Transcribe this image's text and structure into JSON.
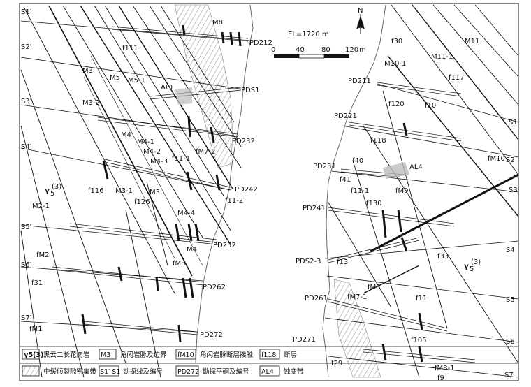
{
  "map": {
    "elevation_label": "EL=1720 m",
    "north_label": "N",
    "scale": {
      "ticks": [
        "0",
        "40",
        "80",
        "120"
      ],
      "unit": "m"
    },
    "section_lines": {
      "left": [
        "S1′",
        "S2′",
        "S3′",
        "S4′",
        "S5′",
        "S6′",
        "S7′"
      ],
      "right": [
        "S1",
        "S2",
        "S3",
        "S4",
        "S5",
        "S6",
        "S7"
      ]
    },
    "adits": [
      "PD212",
      "PDS1",
      "PD232",
      "PD242",
      "PD252",
      "PD262",
      "PD272",
      "PD211",
      "PD221",
      "PD231",
      "PD241",
      "PDS2-3",
      "PD261",
      "PD271"
    ],
    "faults": [
      "f111",
      "f116",
      "f126",
      "f11-1",
      "f11-2",
      "f31",
      "f30",
      "f117",
      "f120",
      "f10",
      "f118",
      "f40",
      "f41",
      "f11-1",
      "f130",
      "f13",
      "f33",
      "f11",
      "f105",
      "f29",
      "f9"
    ],
    "dikes": [
      "M8",
      "M3",
      "M5",
      "M5-1",
      "M3-2",
      "M4",
      "M4-1",
      "M4-2",
      "M4-3",
      "M3-1",
      "M3",
      "M4-4",
      "M4",
      "M2-1",
      "fM3",
      "M11",
      "M11-1",
      "M10-1",
      "fM7-2",
      "fM10",
      "fM2",
      "fM1",
      "fM9",
      "fM8",
      "fM7-1",
      "fM8-1"
    ],
    "alterations": [
      "AL1",
      "AL4"
    ],
    "granite_symbol": "γ",
    "granite_sub": "5",
    "granite_sup": "(3)"
  },
  "legend": {
    "items": [
      {
        "label": "黑云二长花岗岩",
        "code": "γ5(3)"
      },
      {
        "label": "角闪岩脉及边界",
        "code": "M3"
      },
      {
        "label": "角闪岩脉断层接触",
        "code": "fM10"
      },
      {
        "label": "断层",
        "code": "f118"
      },
      {
        "label": "中缓倾裂隙密集带",
        "code": ""
      },
      {
        "label": "勘探线及编号",
        "code": "S1′ S1"
      },
      {
        "label": "勘探平硐及编号",
        "code": "PD272"
      },
      {
        "label": "蚀变带",
        "code": "AL4"
      }
    ]
  },
  "colors": {
    "line": "#111111",
    "hatch": "#9a9a9a",
    "river": "#ffffff"
  }
}
